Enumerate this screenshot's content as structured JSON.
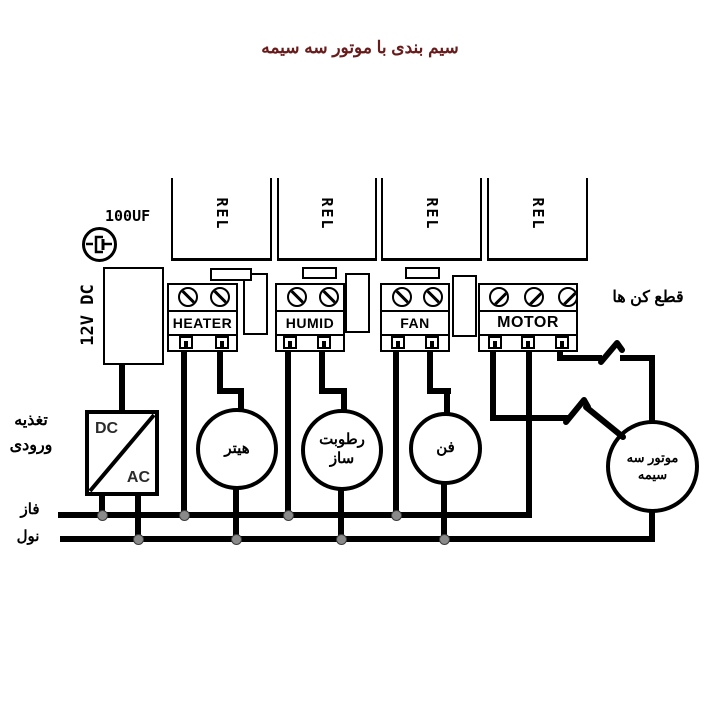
{
  "title": "سیم بندی با موتور سه سیمه",
  "colors": {
    "line": "#000000",
    "title_text": "#681b1b",
    "junction_dot": "#8a8a8a",
    "background": "#ffffff"
  },
  "relays": {
    "labels": [
      "REL",
      "REL",
      "REL",
      "REL"
    ]
  },
  "capacitor": {
    "label": "100UF"
  },
  "power_supply": {
    "label": "12V DC"
  },
  "converter": {
    "dc": "DC",
    "ac": "AC"
  },
  "input_labels": {
    "supply_line1": "تغذیه",
    "supply_line2": "ورودی",
    "phase": "فاز",
    "neutral": "نول"
  },
  "cutoff_label": "قطع کن ها",
  "terminal_blocks": [
    {
      "label": "HEATER",
      "terminals": 2
    },
    {
      "label": "HUMID",
      "terminals": 2
    },
    {
      "label": "FAN",
      "terminals": 2
    },
    {
      "label": "MOTOR",
      "terminals": 3
    }
  ],
  "loads": {
    "heater": {
      "label": "هیتر"
    },
    "humidifier": {
      "line1": "رطوبت",
      "line2": "ساز"
    },
    "fan": {
      "label": "فن"
    },
    "motor": {
      "line1": "موتور سه",
      "line2": "سیمه"
    }
  }
}
